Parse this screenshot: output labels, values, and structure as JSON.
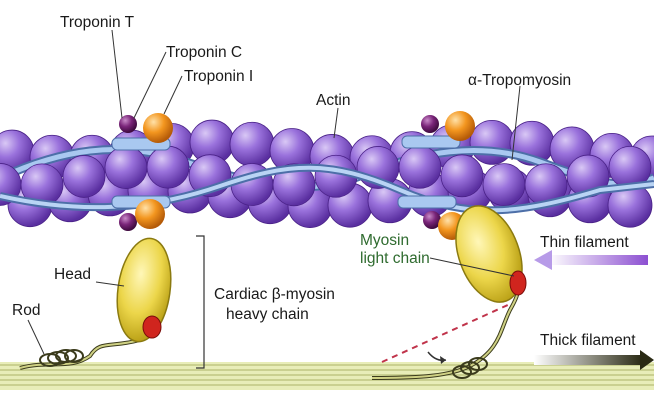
{
  "labels": {
    "troponin_t": "Troponin T",
    "troponin_c": "Troponin C",
    "troponin_i": "Troponin I",
    "actin": "Actin",
    "tropomyosin": "α-Tropomyosin",
    "myosin_light_chain_l1": "Myosin",
    "myosin_light_chain_l2": "light chain",
    "head": "Head",
    "rod": "Rod",
    "heavy_chain_l1": "Cardiac β-myosin",
    "heavy_chain_l2": "heavy chain",
    "thin_filament": "Thin filament",
    "thick_filament": "Thick filament"
  },
  "colors": {
    "actin": "#7e52c8",
    "tropomyosin": "#8fb6e6",
    "troponin_c": "#6e1e6e",
    "troponin_i": "#f08a1c",
    "myosin_head": "#e8d64a",
    "light_chain": "#d0251e",
    "thick_filament": "#dfe7a6",
    "thin_arrow": "#8c4fd1",
    "thick_arrow": "#2a2a14",
    "label_green": "#2f6b2f"
  }
}
